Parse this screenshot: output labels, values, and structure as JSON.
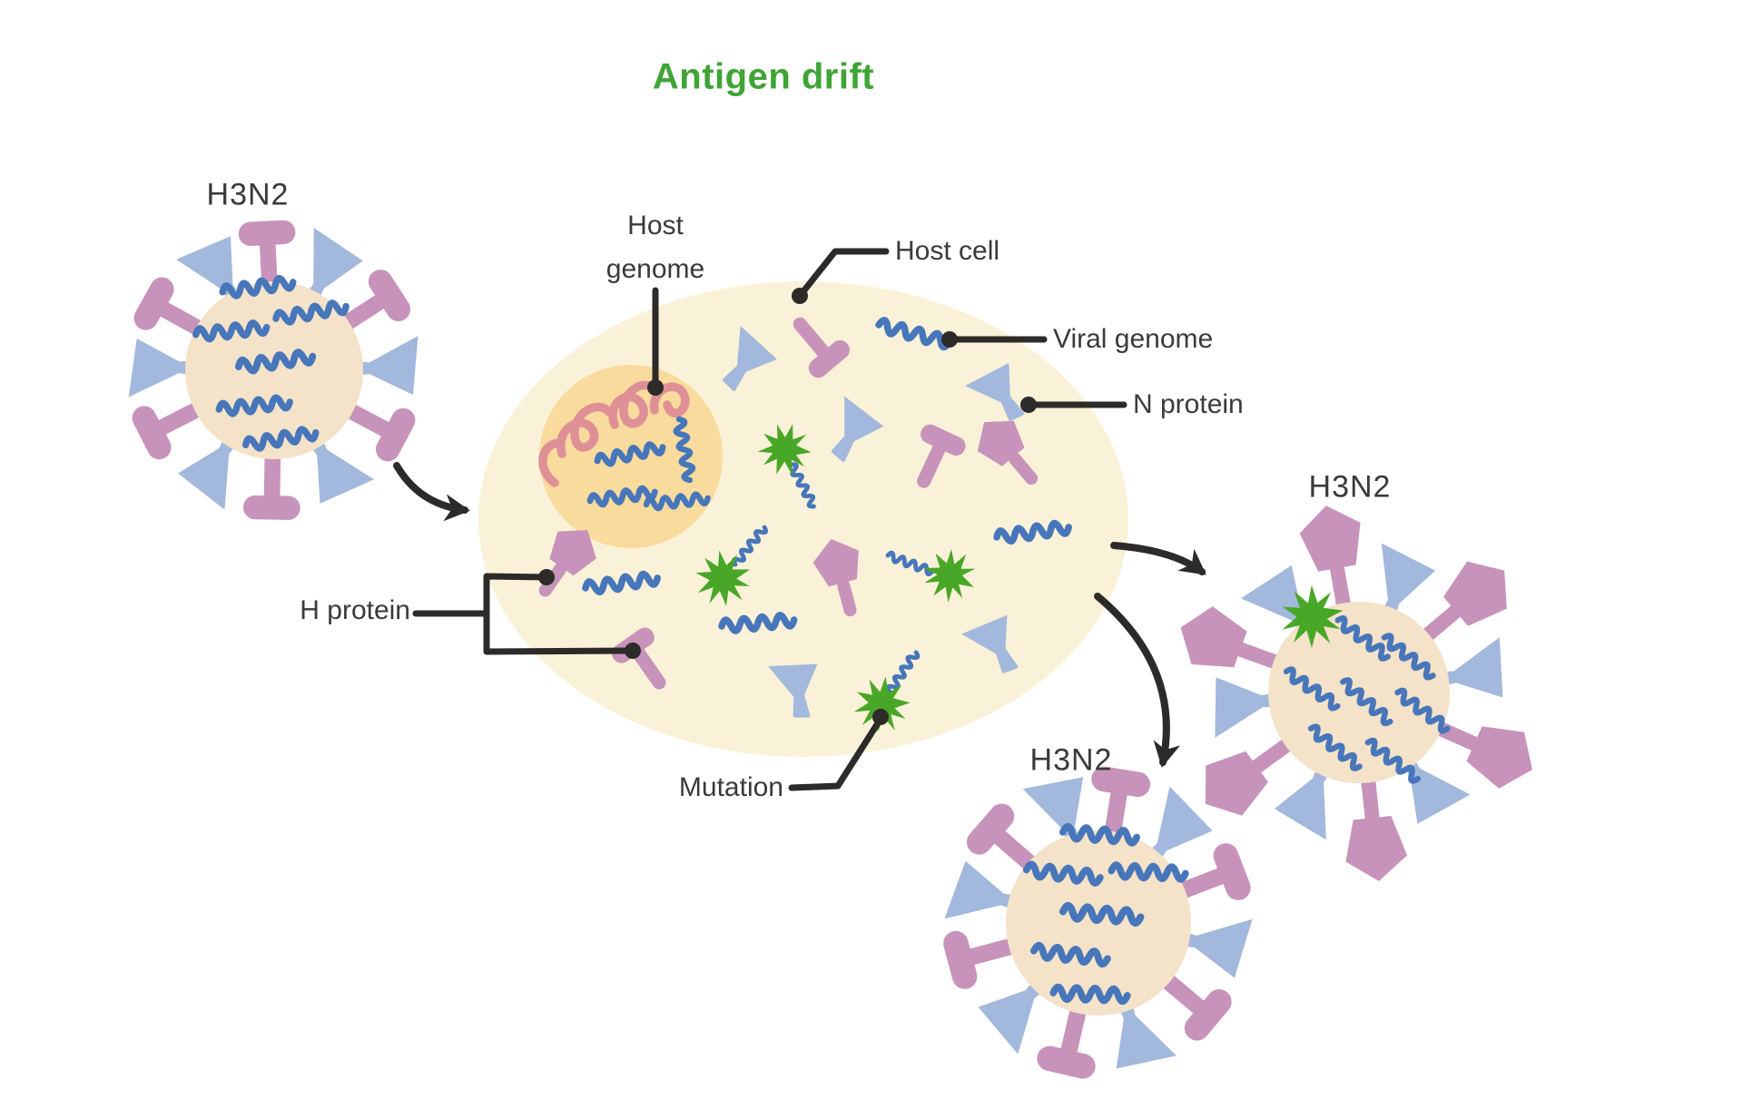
{
  "title": "Antigen drift",
  "virus_labels": {
    "left": "H3N2",
    "right": "H3N2",
    "bottom": "H3N2"
  },
  "annotations": {
    "host_genome": "Host genome",
    "host_cell": "Host cell",
    "viral_genome": "Viral genome",
    "n_protein": "N protein",
    "h_protein": "H protein",
    "mutation": "Mutation"
  },
  "colors": {
    "title-green": "#3fa435",
    "label-text": "#3a3a3a",
    "line-dark": "#2d2b29",
    "cell-fill": "#faf2d8",
    "nucleus-fill": "#f8db9d",
    "virus-body": "#f4e2c9",
    "h-protein-pink": "#c793ba",
    "n-protein-blue": "#a2b8dc",
    "genome-blue": "#4876ba",
    "host-genome-pink": "#df9097",
    "mutation-green": "#49a727"
  }
}
